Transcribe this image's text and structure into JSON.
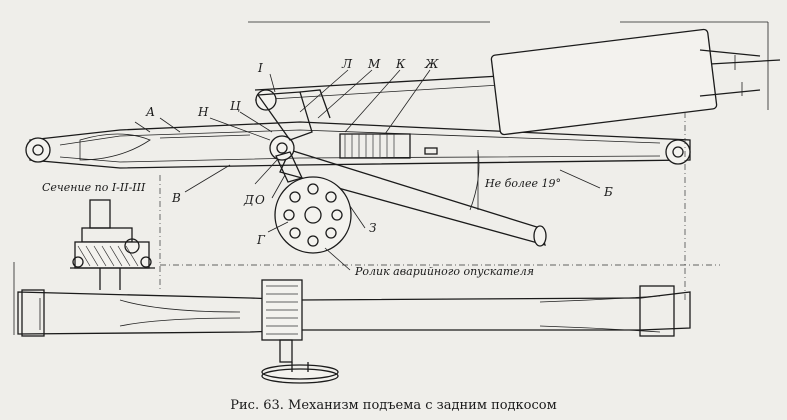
{
  "labels": {
    "I": "I",
    "L": "Л",
    "M": "М",
    "K": "К",
    "Zh": "Ж",
    "A": "А",
    "N": "Н",
    "Ts": "Ц",
    "V": "В",
    "D": "Д",
    "O": "О",
    "G": "Г",
    "Z": "З",
    "B": "Б"
  },
  "section_label": "Сечение по I-II-III",
  "angle_label": "Не более 19°",
  "roller_label": "Ролик аварийного опускателя",
  "caption": "Рис. 63. Механизм подъема с задним подкосом"
}
